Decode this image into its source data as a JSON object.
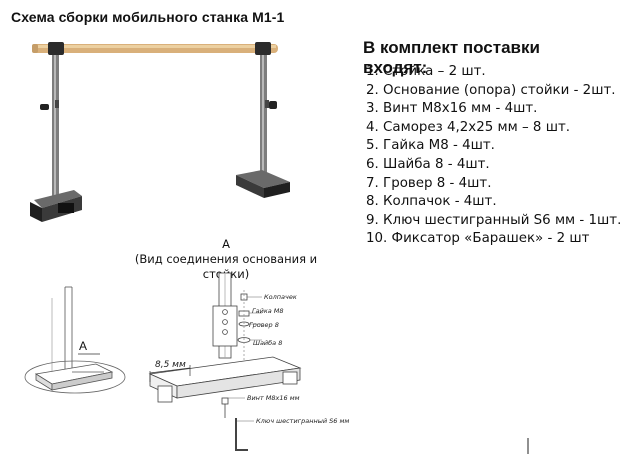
{
  "header": {
    "title": "Схема сборки мобильного станка М1-1"
  },
  "kit": {
    "heading": "В комплект поставки входят:",
    "items": [
      "1. Стойка – 2 шт.",
      "2. Основание (опора) стойки - 2шт.",
      "3. Винт М8х16 мм - 4шт.",
      "4. Саморез 4,2х25 мм – 8 шт.",
      "5. Гайка М8 - 4шт.",
      "6. Шайба 8 - 4шт.",
      "7. Гровер 8 - 4шт.",
      "8. Колпачок - 4шт.",
      "9. Ключ шестигранный S6 мм - 1шт.",
      "10. Фиксатор «Барашек» - 2 шт"
    ]
  },
  "detail": {
    "letter": "А",
    "caption": "(Вид соединения основания и стойки)",
    "callout_letter": "А",
    "dimension": "8,5 мм",
    "parts": {
      "cap": "Колпачек",
      "nut": "Гайка М8",
      "grover": "Гровер 8",
      "washer": "Шайба 8",
      "screw": "Винт М8х16 мм",
      "key": "Ключ шестигранный S6 мм"
    }
  },
  "colors": {
    "wood": "#d9b07a",
    "metal": "#8f8f8f",
    "metal_dark": "#5e5e5e",
    "foot": "#2d2d2d"
  }
}
